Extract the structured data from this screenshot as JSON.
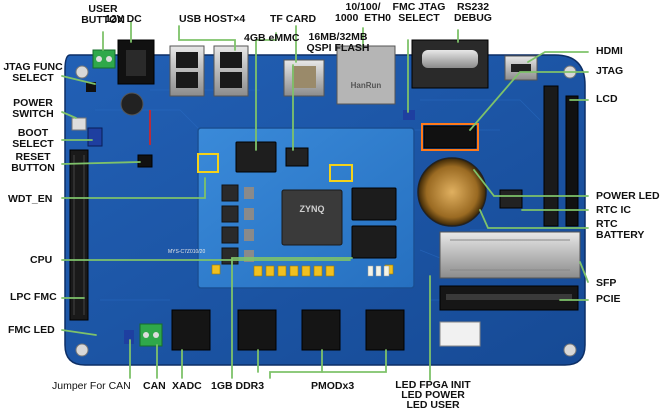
{
  "labels": {
    "user_button": "USER\nBUTTON",
    "dc_12v": "12V DC",
    "usb_host": "USB HOST×4",
    "emmc": "4GB eMMC",
    "tf_card": "TF CARD",
    "qspi_flash": "16MB/32MB\nQSPI FLASH",
    "eth": "10/100/\n1000  ETH0",
    "fmc_jtag_select": "FMC JTAG\nSELECT",
    "rs232_debug": "RS232\nDEBUG",
    "hdmi": "HDMI",
    "jtag": "JTAG",
    "lcd": "LCD",
    "jtag_func_select": "JTAG FUNC\nSELECT",
    "power_switch": "POWER\nSWITCH",
    "boot_select": "BOOT\nSELECT",
    "reset_button": "RESET\nBUTTON",
    "wdt_en": "WDT_EN",
    "cpu": "CPU",
    "lpc_fmc": "LPC FMC",
    "fmc_led": "FMC LED",
    "jumper_can": "Jumper For CAN",
    "can": "CAN",
    "xadc": "XADC",
    "ddr3": "1GB DDR3",
    "pmod": "PMODx3",
    "leds": "LED FPGA INIT\nLED POWER\nLED USER",
    "power_led": "POWER LED",
    "rtc_ic": "RTC IC",
    "rtc_battery": "RTC\nBATTERY",
    "sfp": "SFP",
    "pcie": "PCIE"
  },
  "board_text": {
    "soc": "ZYNQ",
    "silk_model": "MYS-C7Z010/20",
    "eth_jack": "HanRun"
  },
  "colors": {
    "pcb": "#1d56a8",
    "pcb_dark": "#123d7e",
    "som": "#2f7fd0",
    "callout": "#7ec26a",
    "label": "#111111"
  }
}
